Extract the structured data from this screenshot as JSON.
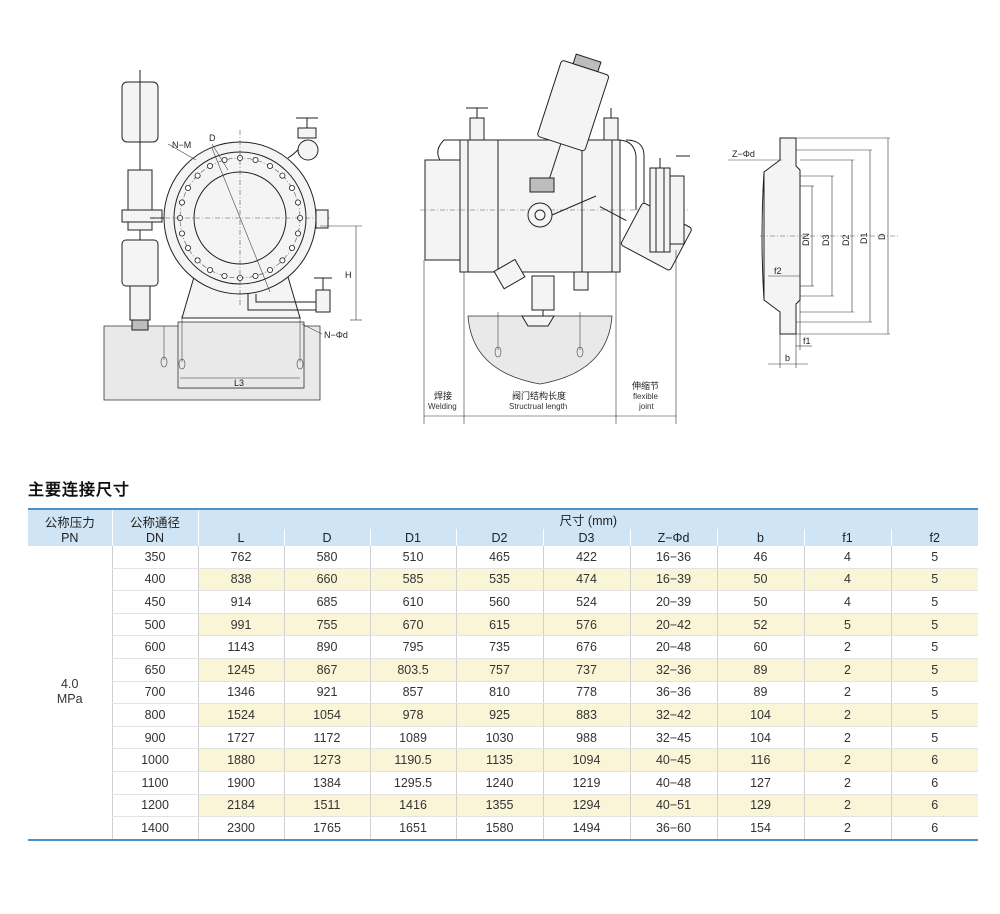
{
  "drawing_labels": {
    "nm": "N−M",
    "d": "D",
    "h": "H",
    "nphid": "N−Φd",
    "l3": "L3",
    "welding_cn": "焊接",
    "welding_en": "Welding",
    "length_cn": "阀门结构长度",
    "length_en": "Structrual length",
    "joint_cn": "伸缩节",
    "joint_en1": "flexible",
    "joint_en2": "joint",
    "zphid": "Z−Φd",
    "dn": "DN",
    "d3": "D3",
    "d2": "D2",
    "d1": "D1",
    "dd": "D",
    "f2": "f2",
    "f1": "f1",
    "b": "b"
  },
  "section_title": "主要连接尺寸",
  "table": {
    "pn_header_cn": "公称压力",
    "pn_header_en": "PN",
    "dn_header_cn": "公称通径",
    "dn_header_en": "DN",
    "size_header": "尺寸 (mm)",
    "columns": [
      "L",
      "D",
      "D1",
      "D2",
      "D3",
      "Z−Φd",
      "b",
      "f1",
      "f2"
    ],
    "pn_value_line1": "4.0",
    "pn_value_line2": "MPa",
    "rows": [
      {
        "dn": "350",
        "values": [
          "762",
          "580",
          "510",
          "465",
          "422",
          "16−36",
          "46",
          "4",
          "5"
        ]
      },
      {
        "dn": "400",
        "values": [
          "838",
          "660",
          "585",
          "535",
          "474",
          "16−39",
          "50",
          "4",
          "5"
        ]
      },
      {
        "dn": "450",
        "values": [
          "914",
          "685",
          "610",
          "560",
          "524",
          "20−39",
          "50",
          "4",
          "5"
        ]
      },
      {
        "dn": "500",
        "values": [
          "991",
          "755",
          "670",
          "615",
          "576",
          "20−42",
          "52",
          "5",
          "5"
        ]
      },
      {
        "dn": "600",
        "values": [
          "1143",
          "890",
          "795",
          "735",
          "676",
          "20−48",
          "60",
          "2",
          "5"
        ]
      },
      {
        "dn": "650",
        "values": [
          "1245",
          "867",
          "803.5",
          "757",
          "737",
          "32−36",
          "89",
          "2",
          "5"
        ]
      },
      {
        "dn": "700",
        "values": [
          "1346",
          "921",
          "857",
          "810",
          "778",
          "36−36",
          "89",
          "2",
          "5"
        ]
      },
      {
        "dn": "800",
        "values": [
          "1524",
          "1054",
          "978",
          "925",
          "883",
          "32−42",
          "104",
          "2",
          "5"
        ]
      },
      {
        "dn": "900",
        "values": [
          "1727",
          "1172",
          "1089",
          "1030",
          "988",
          "32−45",
          "104",
          "2",
          "5"
        ]
      },
      {
        "dn": "1000",
        "values": [
          "1880",
          "1273",
          "1190.5",
          "1135",
          "1094",
          "40−45",
          "116",
          "2",
          "6"
        ]
      },
      {
        "dn": "1100",
        "values": [
          "1900",
          "1384",
          "1295.5",
          "1240",
          "1219",
          "40−48",
          "127",
          "2",
          "6"
        ]
      },
      {
        "dn": "1200",
        "values": [
          "2184",
          "1511",
          "1416",
          "1355",
          "1294",
          "40−51",
          "129",
          "2",
          "6"
        ]
      },
      {
        "dn": "1400",
        "values": [
          "2300",
          "1765",
          "1651",
          "1580",
          "1494",
          "36−60",
          "154",
          "2",
          "6"
        ]
      }
    ]
  }
}
